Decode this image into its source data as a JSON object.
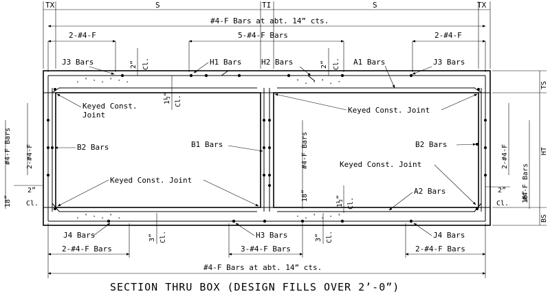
{
  "drawing": {
    "title": "SECTION THRU BOX (DESIGN FILLS OVER 2’-0”)",
    "dims": {
      "tx_left": "TX",
      "s_left": "S",
      "ti": "TI",
      "s_right": "S",
      "tx_right": "TX",
      "ts": "TS",
      "ht": "HT",
      "bs": "BS",
      "top_spacing": "#4-F Bars at abt. 14” cts.",
      "bottom_spacing": "#4-F Bars at abt. 14” cts.",
      "top_left_count": "2-#4-F",
      "top_mid_count": "5-#4-F Bars",
      "top_right_count": "2-#4-F",
      "bot_left_count": "2-#4-F Bars",
      "bot_mid_count": "3-#4-F Bars",
      "bot_right_count": "2-#4-F Bars",
      "left_wall_bars": "#4-F Bars",
      "left_wall_count": "2-#4-F",
      "right_wall_bars": "#4-F Bars",
      "right_wall_count": "2-#4-F",
      "mid_wall_bars": "#4-F Bars",
      "clear_top_left": "2”",
      "clear_top_left_cl": "Cl.",
      "clear_top_mid": "2”",
      "clear_top_mid_cl": "Cl.",
      "clear_ts": "1½”",
      "clear_ts_cl": "Cl.",
      "clear_left_side": "2”",
      "clear_left_side_cl": "Cl.",
      "clear_right_side": "2”",
      "clear_right_side_cl": "Cl.",
      "left_18": "18”",
      "right_18": "18”",
      "mid_18": "18”",
      "clear_bs": "1½”",
      "clear_bs_cl": "Cl.",
      "clear_bot_left": "3”",
      "clear_bot_left_cl": "Cl.",
      "clear_bot_mid": "3”",
      "clear_bot_mid_cl": "Cl."
    },
    "labels": {
      "j3_left": "J3 Bars",
      "h1": "H1 Bars",
      "h2": "H2 Bars",
      "a1": "A1 Bars",
      "j3_right": "J3 Bars",
      "keyed_top_left_1": "Keyed Const.",
      "keyed_top_left_2": "Joint",
      "keyed_top_right": "Keyed Const. Joint",
      "b2_left": "B2 Bars",
      "b1": "B1 Bars",
      "b2_right": "B2 Bars",
      "keyed_bot_left": "Keyed Const. Joint",
      "keyed_bot_right": "Keyed Const. Joint",
      "a2": "A2 Bars",
      "j4_left": "J4 Bars",
      "h3": "H3 Bars",
      "j4_right": "J4 Bars"
    }
  }
}
